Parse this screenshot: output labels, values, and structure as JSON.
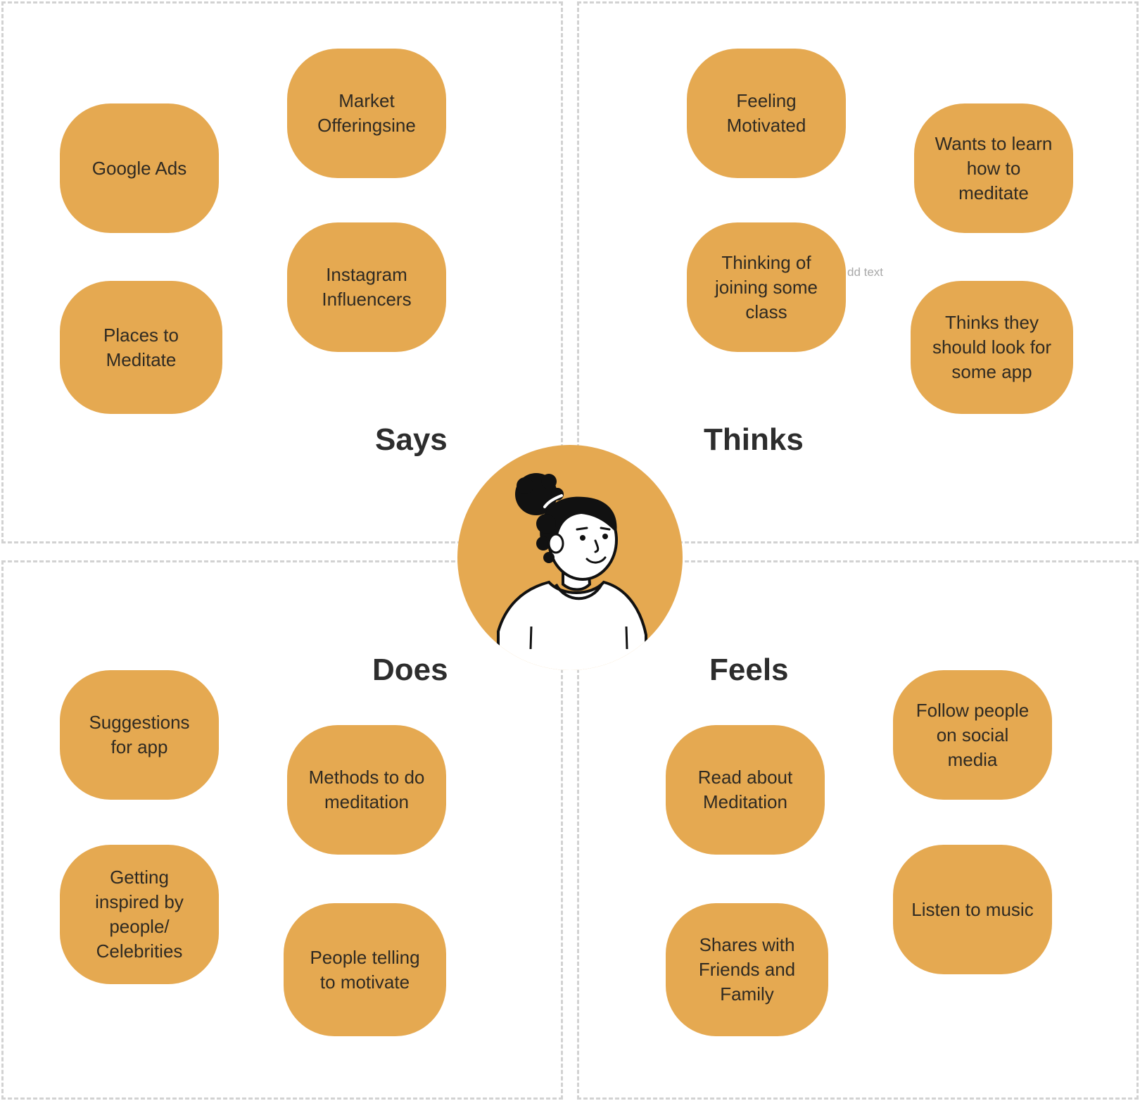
{
  "colors": {
    "sticky": "#e5a951",
    "label": "#2d2d2d",
    "border": "#d2d2d2"
  },
  "quadrants": {
    "says": {
      "label": "Says",
      "notes": [
        "Google Ads",
        "Market Offeringsine",
        "Instagram Influencers",
        "Places to Meditate"
      ]
    },
    "thinks": {
      "label": "Thinks",
      "notes": [
        "Feeling Motivated",
        "Wants to learn how to meditate",
        "Thinking of joining some class",
        "Thinks they should look for some app"
      ]
    },
    "does": {
      "label": "Does",
      "notes": [
        "Suggestions for app",
        "Methods to do meditation",
        "Getting inspired by people/ Celebrities",
        "People telling to motivate"
      ]
    },
    "feels": {
      "label": "Feels",
      "notes": [
        "Follow people on social media",
        "Read about Meditation",
        "Listen to music",
        "Shares with Friends and Family"
      ]
    }
  },
  "ghost_text": "dd text",
  "persona": {
    "icon": "woman-avatar-icon"
  }
}
